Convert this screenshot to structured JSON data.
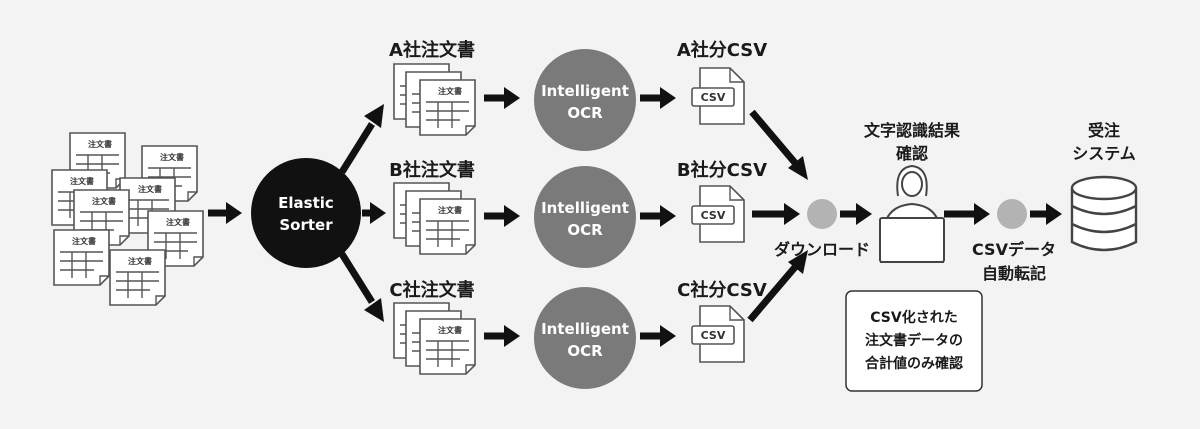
{
  "doc_icon_title": "注文書",
  "sorter": {
    "line1": "Elastic",
    "line2": "Sorter"
  },
  "branches": [
    {
      "doc_label": "A社注文書",
      "ocr_line1": "Intelligent",
      "ocr_line2": "OCR",
      "csv_label": "A社分CSV",
      "csv_badge": "CSV"
    },
    {
      "doc_label": "B社注文書",
      "ocr_line1": "Intelligent",
      "ocr_line2": "OCR",
      "csv_label": "B社分CSV",
      "csv_badge": "CSV"
    },
    {
      "doc_label": "C社注文書",
      "ocr_line1": "Intelligent",
      "ocr_line2": "OCR",
      "csv_label": "C社分CSV",
      "csv_badge": "CSV"
    }
  ],
  "download_label": "ダウンロード",
  "check": {
    "line1": "文字認識結果",
    "line2": "確認"
  },
  "transfer": {
    "line1": "CSVデータ",
    "line2": "自動転記"
  },
  "system": {
    "line1": "受注",
    "line2": "システム"
  },
  "note": {
    "line1": "CSV化された",
    "line2": "注文書データの",
    "line3": "合計値のみ確認"
  },
  "colors": {
    "background": "#f3f3f3",
    "black": "#111111",
    "ocr_gray": "#7a7a7a",
    "dot_gray": "#b3b3b3"
  }
}
